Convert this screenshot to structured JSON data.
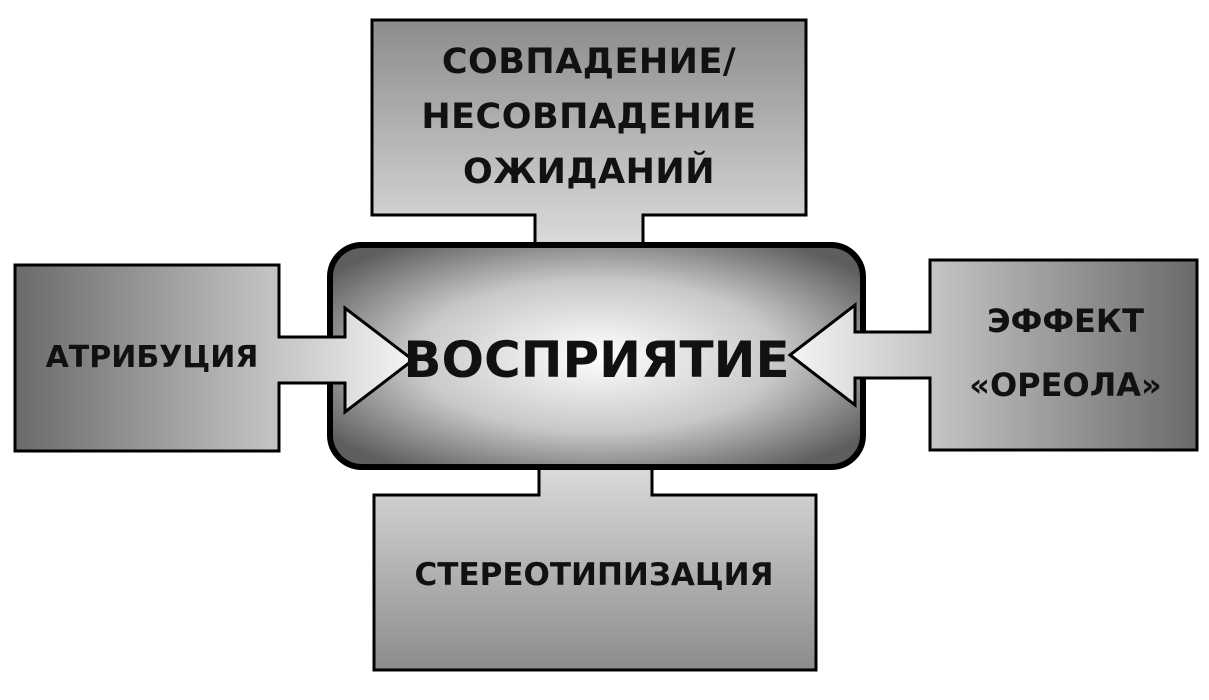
{
  "center": {
    "label": "ВОСПРИЯТИЕ"
  },
  "factors": {
    "top": {
      "lines": [
        "СОВПАДЕНИЕ/",
        "НЕСОВПАДЕНИЕ",
        "ОЖИДАНИЙ"
      ]
    },
    "left": {
      "label": "АТРИБУЦИЯ"
    },
    "right": {
      "lines": [
        "ЭФФЕКТ",
        "«ОРЕОЛА»"
      ]
    },
    "bottom": {
      "label": "СТЕРЕОТИПИЗАЦИЯ"
    }
  },
  "colors": {
    "dark": "#5a5a5a",
    "mid": "#8c8c8c",
    "light": "#f2f2f2",
    "outline": "#000000"
  }
}
